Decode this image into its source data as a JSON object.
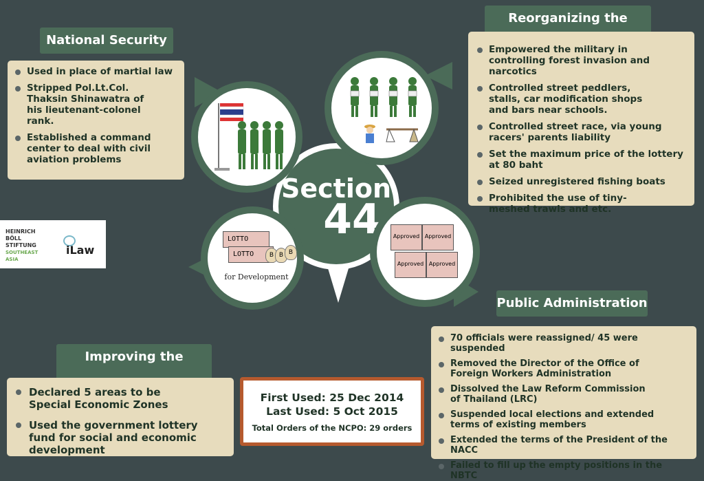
{
  "center": {
    "line1": "Section",
    "line2": "44"
  },
  "national_security": {
    "title": "National Security",
    "items": [
      "Used in place of martial law",
      "Stripped Pol.Lt.Col. Thaksin Shinawatra of his lieutenant-colonel rank.",
      "Established a command center to deal with civil aviation problems"
    ]
  },
  "reorganizing": {
    "title": "Reorganizing the Society",
    "items": [
      "Empowered the military in controlling forest invasion and narcotics",
      "Controlled street peddlers, stalls, car modification shops and bars near schools.",
      "Controlled street race, via young racers' parents liability",
      "Set the maximum price of the lottery at 80 baht",
      "Seized unregistered fishing boats",
      "Prohibited the use of tiny-meshed trawls and etc."
    ]
  },
  "public_admin": {
    "title": "Public Administration",
    "items": [
      "70 officials were reassigned/ 45 were suspended",
      "Removed the Director of the Office of Foreign Workers Administration",
      "Dissolved the Law Reform Commission of Thailand (LRC)",
      "Suspended local elections and extended terms of existing members",
      "Extended the terms of the President of the NACC",
      "Failed to fill up the empty positions in the NBTC"
    ]
  },
  "economy": {
    "title": "Improving the Economy",
    "items": [
      "Declared 5 areas to be Special Economic Zones",
      "Used the government lottery fund for social and economic development"
    ]
  },
  "info_box": {
    "first_used": "First Used: 25 Dec 2014",
    "last_used": "Last Used: 5 Oct 2015",
    "total": "Total Orders of the NCPO: 29 orders"
  },
  "illustrations": {
    "lotto1": "LOTTO",
    "lotto2": "LOTTO",
    "bag": "B",
    "for_dev": "for Development",
    "approved": "Approved"
  },
  "logos": {
    "hb_line1": "HEINRICH",
    "hb_line2": "BÖLL",
    "hb_line3": "STIFTUNG",
    "hb_line4": "SOUTHEAST",
    "hb_line5": "ASIA",
    "ilaw": "iLaw"
  },
  "colors": {
    "background": "#3d4a4c",
    "green": "#4b6b58",
    "panel": "#e7dcbd",
    "border_orange": "#b65a2e"
  }
}
